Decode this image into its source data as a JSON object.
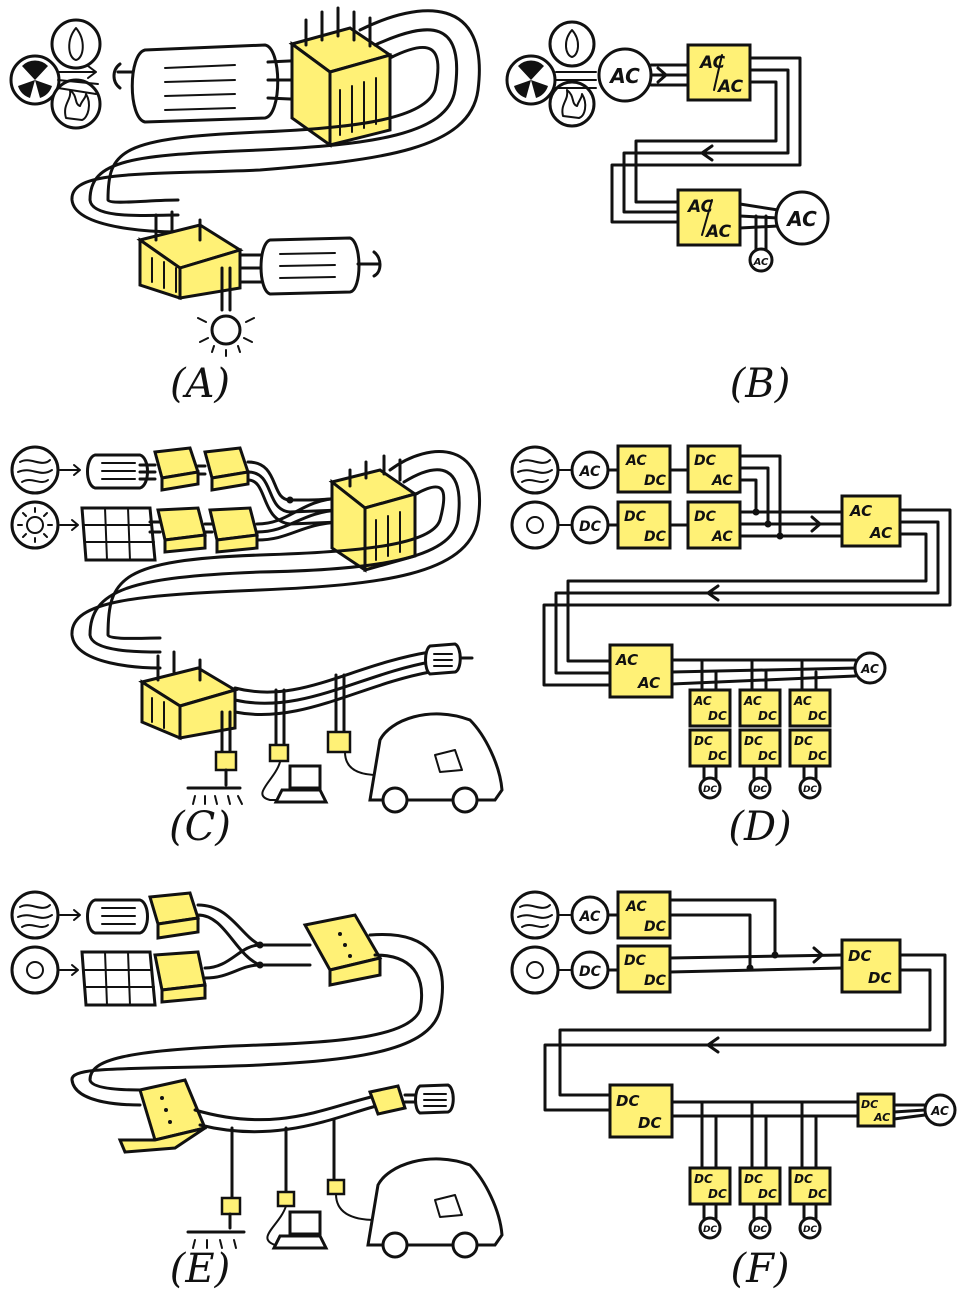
{
  "captions": {
    "a": "(A)",
    "b": "(B)",
    "c": "(C)",
    "d": "(D)",
    "e": "(E)",
    "f": "(F)"
  },
  "panel_b": {
    "gen": "AC",
    "t1_top": "AC",
    "t1_bot": "AC",
    "t2_top": "AC",
    "t2_bot": "AC",
    "motor": "AC",
    "load": "AC"
  },
  "panel_d": {
    "wind_gen": "AC",
    "solar_gen": "DC",
    "c1_top": "AC",
    "c1_bot": "DC",
    "c2_top": "DC",
    "c2_bot": "AC",
    "c3_top": "DC",
    "c3_bot": "DC",
    "c4_top": "DC",
    "c4_bot": "AC",
    "t1_top": "AC",
    "t1_bot": "AC",
    "t2_top": "AC",
    "t2_bot": "AC",
    "motor": "AC",
    "r_top": "AC",
    "r_bot": "DC",
    "s_top": "DC",
    "s_bot": "DC",
    "load": "DC"
  },
  "panel_f": {
    "wind_gen": "AC",
    "solar_gen": "DC",
    "c1_top": "AC",
    "c1_bot": "DC",
    "c2_top": "DC",
    "c2_bot": "DC",
    "t1_top": "DC",
    "t1_bot": "DC",
    "t2_top": "DC",
    "t2_bot": "DC",
    "inv_top": "DC",
    "inv_bot": "AC",
    "motor": "AC",
    "s_top": "DC",
    "s_bot": "DC",
    "load": "DC"
  }
}
